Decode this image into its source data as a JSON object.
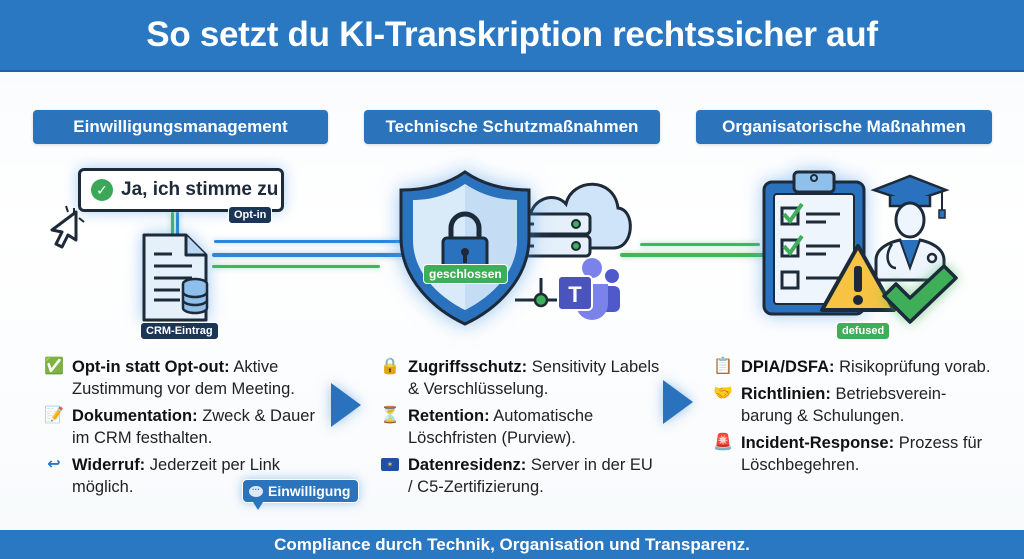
{
  "header": {
    "title": "So setzt du KI-Transkription rechtssicher auf"
  },
  "footer": {
    "text": "Compliance durch Technik, Organisation und Transparenz."
  },
  "colors": {
    "primary": "#2a78c2",
    "column_title": "#2b73bb",
    "accent_green": "#3fb85a",
    "dark_navy": "#1b3557",
    "teams_purple": "#5059c9",
    "warning_yellow": "#f6c343"
  },
  "columns": [
    {
      "title": "Einwilligungsmanagement",
      "illustration": {
        "consent_button": "Ja, ich stimme zu",
        "consent_tag": "Opt-in",
        "document_tag": "CRM-Eintrag"
      },
      "items": [
        {
          "icon": "check-mark-icon",
          "glyph": "✅",
          "bold": "Opt-in statt Opt-out:",
          "text": "Aktive Zustimmung vor dem Meeting."
        },
        {
          "icon": "memo-pencil-icon",
          "glyph": "📝",
          "bold": "Dokumentation:",
          "text": "Zweck & Dauer im CRM festhalten."
        },
        {
          "icon": "undo-arrow-icon",
          "glyph": "↩",
          "bold": "Widerruf:",
          "text": "Jederzeit per Link möglich."
        }
      ],
      "bubble": "Einwilligung"
    },
    {
      "title": "Technische Schutzmaßnahmen",
      "illustration": {
        "shield_tag": "geschlossen"
      },
      "items": [
        {
          "icon": "lock-icon",
          "glyph": "🔒",
          "bold": "Zugriffsschutz:",
          "text": "Sensitivity Labels & Verschlüsselung."
        },
        {
          "icon": "hourglass-icon",
          "glyph": "⏳",
          "bold": "Retention:",
          "text": "Automatische Löschfristen (Purview)."
        },
        {
          "icon": "eu-flag-icon",
          "glyph": "🇪🇺",
          "bold": "Datenresidenz:",
          "text": "Server in der EU / C5-Zertifizierung."
        }
      ]
    },
    {
      "title": "Organisatorische Maßnahmen",
      "illustration": {
        "warning_tag": "defused"
      },
      "items": [
        {
          "icon": "clipboard-icon",
          "glyph": "📋",
          "bold": "DPIA/DSFA:",
          "text": "Risikoprüfung vorab."
        },
        {
          "icon": "handshake-icon",
          "glyph": "🤝",
          "bold": "Richtlinien:",
          "text": "Betriebsverein-barung & Schulungen."
        },
        {
          "icon": "siren-icon",
          "glyph": "🚨",
          "bold": "Incident-Response:",
          "text": "Prozess für Löschbegehren."
        }
      ]
    }
  ]
}
